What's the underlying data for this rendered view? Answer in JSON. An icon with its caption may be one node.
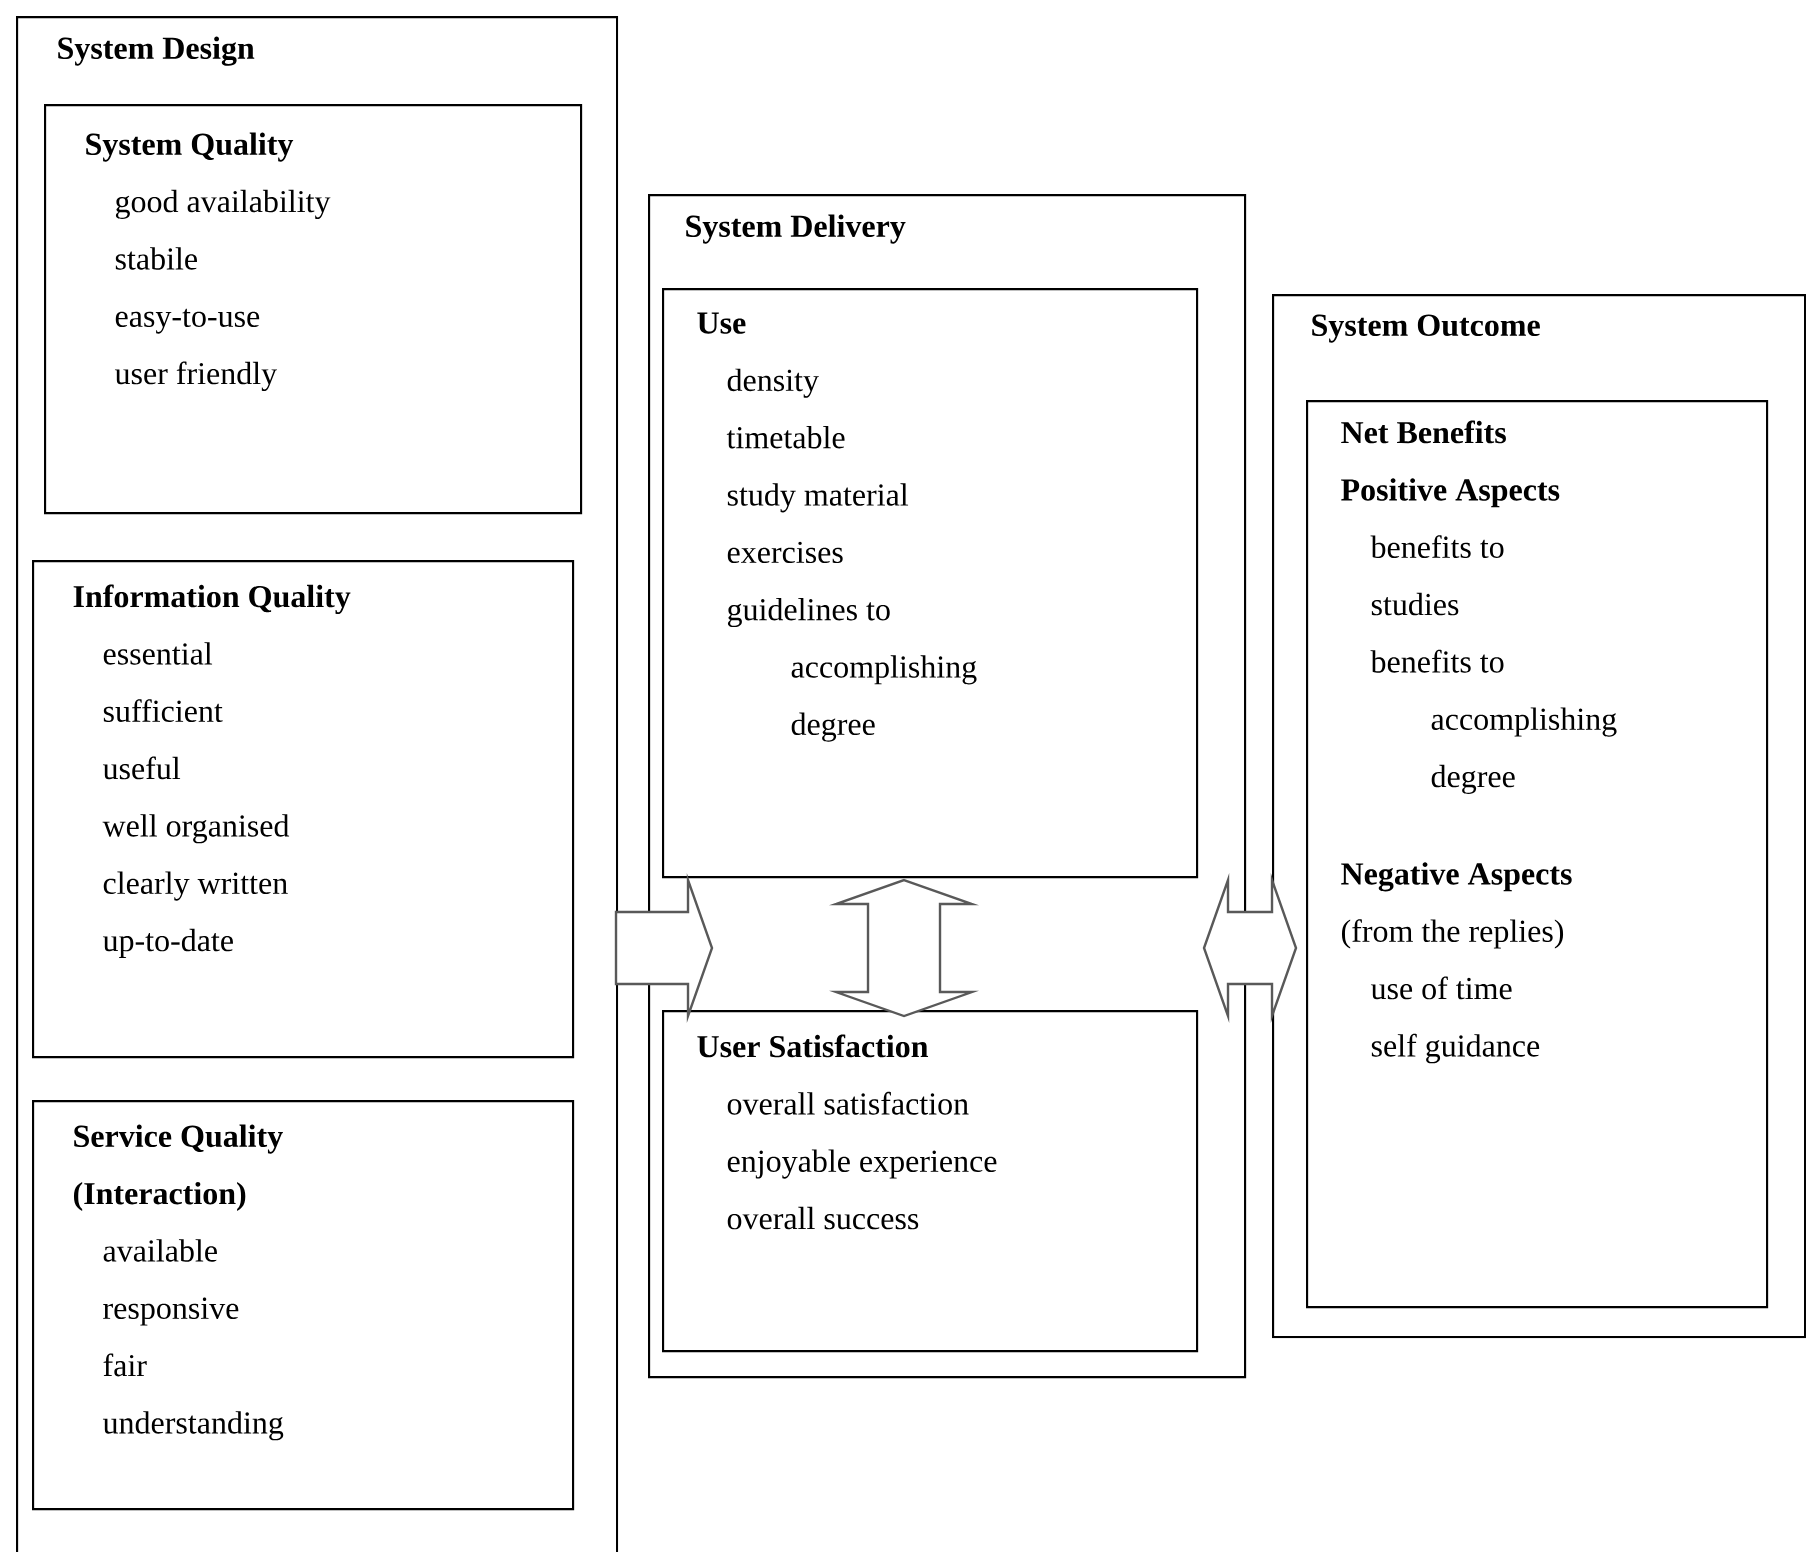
{
  "diagram": {
    "nodes": [
      {
        "text": [
          "System Design"
        ]
      },
      {
        "text": [
          "System Quality",
          "good availability",
          "stabile",
          "easy-to-use",
          "user friendly"
        ],
        "in": 0
      },
      {
        "text": [
          "Information Quality",
          "essential",
          "sufficient",
          "useful",
          "well organised",
          "clearly written",
          "up-to-date"
        ],
        "in": 0
      },
      {
        "text": [
          "Service Quality",
          "(Interaction)",
          "available",
          "responsive",
          "fair",
          "understanding"
        ],
        "in": 0
      },
      {
        "text": [
          "System Delivery"
        ]
      },
      {
        "text": [
          "Use",
          "density",
          "timetable",
          "study material",
          "exercises",
          "guidelines to accomplishing degree"
        ],
        "in": 4
      },
      {
        "text": [
          "User Satisfaction",
          "overall satisfaction",
          "enjoyable experience",
          "overall success"
        ],
        "in": 4
      },
      {
        "text": [
          "System Outcome"
        ]
      },
      {
        "text": [
          "Net Benefits",
          "Positive Aspects",
          "benefits to studies",
          "benefits to accomplishing degree",
          "Negative Aspects",
          "(from the replies)",
          "use of time",
          "self guidance"
        ],
        "in": 7
      }
    ],
    "edges": [
      {
        "from": 0,
        "to": 4,
        "arrow": "to"
      },
      {
        "from": 5,
        "to": 6,
        "arrow": "both"
      },
      {
        "from": 4,
        "to": 7,
        "arrow": "both"
      }
    ]
  }
}
